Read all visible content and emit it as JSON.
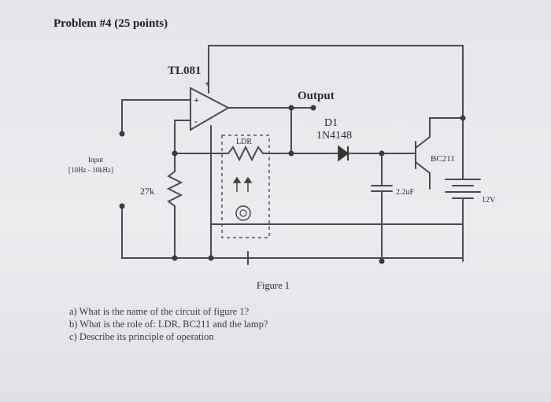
{
  "title": "Problem #4 (25 points)",
  "circuit": {
    "opamp": "TL081",
    "output": "Output",
    "diode_name": "D1",
    "diode_part": "1N4148",
    "transistor": "BC211",
    "ldr": "LDR",
    "input_label": "Input",
    "input_range": "[10Hz - 10kHz]",
    "resistor": "27k",
    "capacitor": "2.2uF",
    "supply": "12V",
    "plus": "+",
    "minus": "-"
  },
  "figure_caption": "Figure 1",
  "questions": [
    "a)  What is the name of the circuit of figure 1?",
    "b)  What is the role of: LDR, BC211 and the lamp?",
    "c)  Describe its principle of operation"
  ]
}
